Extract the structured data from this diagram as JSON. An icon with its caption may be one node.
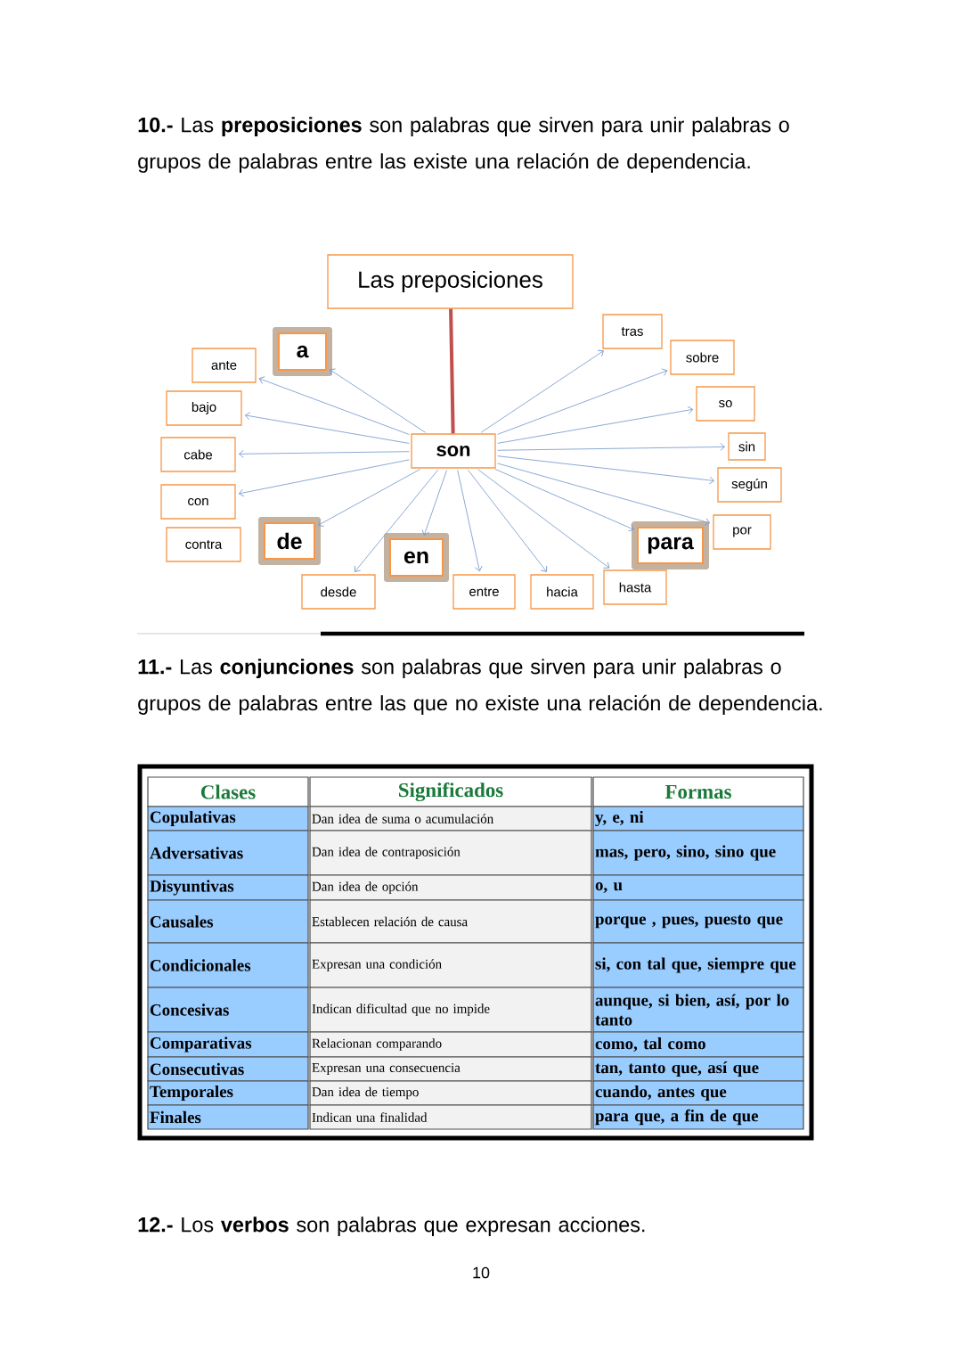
{
  "diagram": {
    "nodes": [
      {
        "text": [
          "Las preposiciones"
        ]
      },
      {
        "text": [
          "son"
        ]
      },
      {
        "text": [
          "a"
        ]
      },
      {
        "text": [
          "ante"
        ]
      },
      {
        "text": [
          "bajo"
        ]
      },
      {
        "text": [
          "cabe"
        ]
      },
      {
        "text": [
          "con"
        ]
      },
      {
        "text": [
          "contra"
        ]
      },
      {
        "text": [
          "de"
        ]
      },
      {
        "text": [
          "desde"
        ]
      },
      {
        "text": [
          "en"
        ]
      },
      {
        "text": [
          "entre"
        ]
      },
      {
        "text": [
          "hacia"
        ]
      },
      {
        "text": [
          "hasta"
        ]
      },
      {
        "text": [
          "para"
        ]
      },
      {
        "text": [
          "por"
        ]
      },
      {
        "text": [
          "según"
        ]
      },
      {
        "text": [
          "sin"
        ]
      },
      {
        "text": [
          "so"
        ]
      },
      {
        "text": [
          "sobre"
        ]
      },
      {
        "text": [
          "tras"
        ]
      }
    ],
    "edges": [
      {
        "from": 0,
        "to": 1,
        "arrow": "none",
        "style": "thick",
        "color": "#c0504d"
      },
      {
        "from": 1,
        "to": 2,
        "arrow": "to"
      },
      {
        "from": 1,
        "to": 3,
        "arrow": "to"
      },
      {
        "from": 1,
        "to": 4,
        "arrow": "to"
      },
      {
        "from": 1,
        "to": 5,
        "arrow": "to"
      },
      {
        "from": 1,
        "to": 6,
        "arrow": "to"
      },
      {
        "from": 1,
        "to": 8,
        "arrow": "to"
      },
      {
        "from": 1,
        "to": 9,
        "arrow": "to"
      },
      {
        "from": 1,
        "to": 10,
        "arrow": "to"
      },
      {
        "from": 1,
        "to": 11,
        "arrow": "to"
      },
      {
        "from": 1,
        "to": 12,
        "arrow": "to"
      },
      {
        "from": 1,
        "to": 13,
        "arrow": "to"
      },
      {
        "from": 1,
        "to": 14,
        "arrow": "to"
      },
      {
        "from": 1,
        "to": 15,
        "arrow": "to"
      },
      {
        "from": 1,
        "to": 16,
        "arrow": "to"
      },
      {
        "from": 1,
        "to": 17,
        "arrow": "to"
      },
      {
        "from": 1,
        "to": 18,
        "arrow": "to"
      },
      {
        "from": 1,
        "to": 19,
        "arrow": "to"
      },
      {
        "from": 1,
        "to": 20,
        "arrow": "to"
      }
    ],
    "labels": [
      "**10.-** Las **preposiciones** son palabras que sirven para unir palabras o grupos de palabras entre las existe una relación de dependencia.",
      "**11.-** Las **conjunciones** son palabras que sirven para unir palabras o grupos de palabras entre las que no existe una relación de dependencia.",
      "Clases",
      "Significados",
      "Formas",
      "Copulativas",
      "Dan idea de suma o acumulación",
      "y, e, ni",
      "Adversativas",
      "Dan idea de contraposición",
      "mas, pero, sino, sino que",
      "Disyuntivas",
      "Dan idea de opción",
      "o, u",
      "Causales",
      "Establecen relación de causa",
      "porque , pues, puesto que",
      "Condicionales",
      "Expresan una condición",
      "si, con tal que, siempre que",
      "Concesivas",
      "Indican dificultad que no impide",
      "aunque, si bien, así, por lo tanto",
      "Comparativas",
      "Relacionan comparando",
      "como, tal como",
      "Consecutivas",
      "Expresan una consecuencia",
      "tan, tanto que, así que",
      "Temporales",
      "Dan idea de tiempo",
      "cuando, antes que",
      "Finales",
      "Indican una finalidad",
      "para que, a fin de que",
      "**12.-** Los **verbos** son palabras que expresan acciones.",
      "10"
    ]
  }
}
